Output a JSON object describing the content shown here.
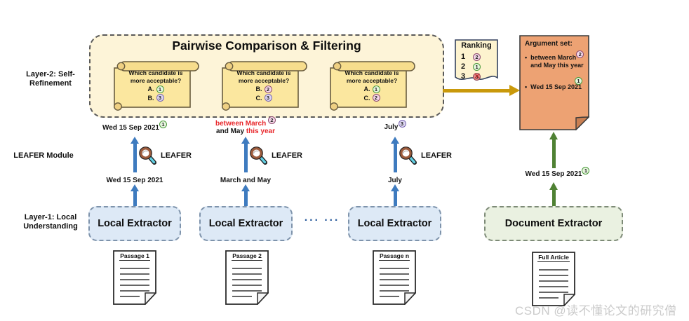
{
  "colors": {
    "blue_arrow": "#3E7BBF",
    "green_arrow": "#4F8133",
    "gold_arrow": "#C9990B",
    "red_text": "#E8262A",
    "pairwise_fill": "#FDF4D8",
    "scroll_fill": "#FBE79F",
    "ranking_fill": "#FDF3CF",
    "argument_fill": "#EDA273",
    "local_extractor_fill": "#DDE9F6",
    "document_extractor_fill": "#EAF1E1",
    "chip1_green": "#4C9A3C",
    "chip2_pink": "#8E4D70",
    "chip3_violet": "#7A68B0"
  },
  "labels": {
    "layer2_line1": "Layer-2: Self-",
    "layer2_line2": "Refinement",
    "leafer_module": "LEAFER Module",
    "layer1_line1": "Layer-1: Local",
    "layer1_line2": "Understanding"
  },
  "pairwise": {
    "title": "Pairwise Comparison & Filtering",
    "cards": [
      {
        "question": "Which candidate is more acceptable?",
        "options": [
          {
            "letter": "A.",
            "num": "1"
          },
          {
            "letter": "B.",
            "num": "3"
          }
        ]
      },
      {
        "question": "Which candidate is more acceptable?",
        "options": [
          {
            "letter": "B.",
            "num": "2"
          },
          {
            "letter": "C.",
            "num": "3"
          }
        ]
      },
      {
        "question": "Which candidate is more acceptable?",
        "options": [
          {
            "letter": "A.",
            "num": "1"
          },
          {
            "letter": "C.",
            "num": "2"
          }
        ]
      }
    ]
  },
  "ranking": {
    "title": "Ranking",
    "rows": [
      {
        "pos": "1",
        "num": "2"
      },
      {
        "pos": "2",
        "num": "1"
      },
      {
        "pos": "3",
        "num": "3"
      }
    ],
    "cross": "✕"
  },
  "argument": {
    "title": "Argument set:",
    "bullet": "•",
    "item1_line1": "between March",
    "item1_chip": "2",
    "item1_line2": "and May this year",
    "item2_text": "Wed 15 Sep 2021",
    "item2_chip": "1"
  },
  "leafer_label": "LEAFER",
  "columns": [
    {
      "out_text": "Wed 15 Sep 2021",
      "out_chip": "1",
      "in_text": "Wed 15 Sep 2021"
    },
    {
      "out_red1": "between March",
      "out_chip": "2",
      "out_dark": "and May",
      "out_red2": "this year",
      "in_text": "March and May"
    },
    {
      "out_text": "July",
      "out_chip": "3",
      "in_text": "July"
    }
  ],
  "doc_column": {
    "label": "Wed 15 Sep 2021",
    "chip": "1"
  },
  "extractors": {
    "local": "Local Extractor",
    "document": "Document Extractor",
    "ellipsis": "··· ···"
  },
  "passages": [
    {
      "title": "Passage 1"
    },
    {
      "title": "Passage 2"
    },
    {
      "title": "Passage n"
    }
  ],
  "full_article": {
    "title": "Full Article"
  },
  "watermark": "CSDN @读不懂论文的研究僧"
}
